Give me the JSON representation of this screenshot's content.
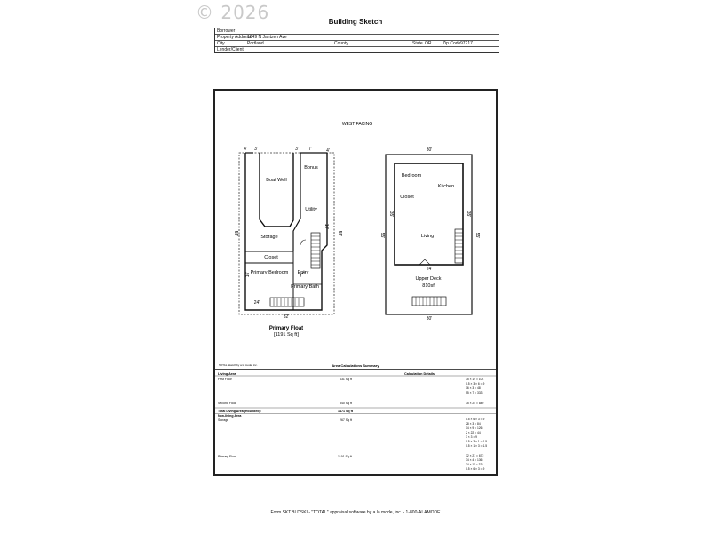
{
  "watermark": "© 2026",
  "header": {
    "title": "Building Sketch",
    "borrower_label": "Borrower",
    "borrower_value": "",
    "property_label": "Property Address",
    "property_value": "1649 N Jantzen Ave",
    "city_label": "City",
    "city_value": "Portland",
    "county_label": "County",
    "county_value": "",
    "state_label": "State",
    "state_value": "OR",
    "zip_label": "Zip Code",
    "zip_value": "97217",
    "lender_label": "Lender/Client",
    "lender_value": ""
  },
  "sketch": {
    "orientation_label": "WEST FACING",
    "primary_float": {
      "name": "Primary Float",
      "area": "[1191 Sq ft]",
      "dim_top_a": "4'",
      "dim_top_b": "3'",
      "dim_top_c": "3'",
      "dim_top_d": "7'",
      "dim_top_e": "4'",
      "dim_left": "55'",
      "dim_right_outer": "55'",
      "dim_right_inner": "10'",
      "dim_left_inner": "16'",
      "dim_bottom_inner": "24'",
      "dim_bottom": "32'",
      "rooms": [
        "Boat Well",
        "Bonus",
        "Utility",
        "Storage",
        "Closet",
        "Primary Bedroom",
        "Entry",
        "Primary Bath"
      ]
    },
    "upper": {
      "dim_top": "30'",
      "dim_left_outer": "55'",
      "dim_left_inner": "35'",
      "dim_right_inner": "35'",
      "dim_right_outer": "55'",
      "dim_inner_bottom": "24'",
      "dim_bottom": "30'",
      "rooms": [
        "Bedroom",
        "Kitchen",
        "Closet",
        "Living",
        "Upper Deck",
        "810sf"
      ]
    }
  },
  "calc": {
    "small_note": "TOTAL Sketch by a la mode, inc.",
    "title": "Area Calculations Summary",
    "living_area_label": "Living Area",
    "calc_details_label": "Calculation Details",
    "first_floor_label": "First Floor",
    "first_floor_value": "631 Sq ft",
    "first_floor_lines": [
      "35 × 19   =  104",
      "0.5 × 3 × 6  =    9",
      "16 × 3    =   48",
      "55 × 7    =  333"
    ],
    "second_floor_label": "Second Floor",
    "second_floor_value": "840 Sq ft",
    "second_floor_lines": [
      "35 × 24   =  840"
    ],
    "total_label": "Total Living Area (Rounded):",
    "total_value": "1471 Sq ft",
    "non_living_label": "Non-living Area",
    "storage_label": "Storage",
    "storage_value": "267 Sq ft",
    "storage_lines": [
      "0.5 × 6 × 3 =    9",
      "28 × 3    =   84",
      "14 × 9    =  126",
      "2 × 22    =   44",
      "3 × 3     =    9",
      "0.5 × 3 × 1 =  1.5",
      "0.5 × 1 × 3 =  1.5"
    ],
    "primary_float_label": "Primary Float",
    "primary_float_value": "1191 Sq ft",
    "primary_float_lines": [
      "32 × 21   =  672",
      "34 × 4    =  136",
      "34 × 11   =  374",
      "0.5 × 6 × 3 =    9"
    ]
  },
  "footer": "Form SKT.BLDSKI - \"TOTAL\" appraisal software by a la mode, inc. - 1-800-ALAMODE"
}
